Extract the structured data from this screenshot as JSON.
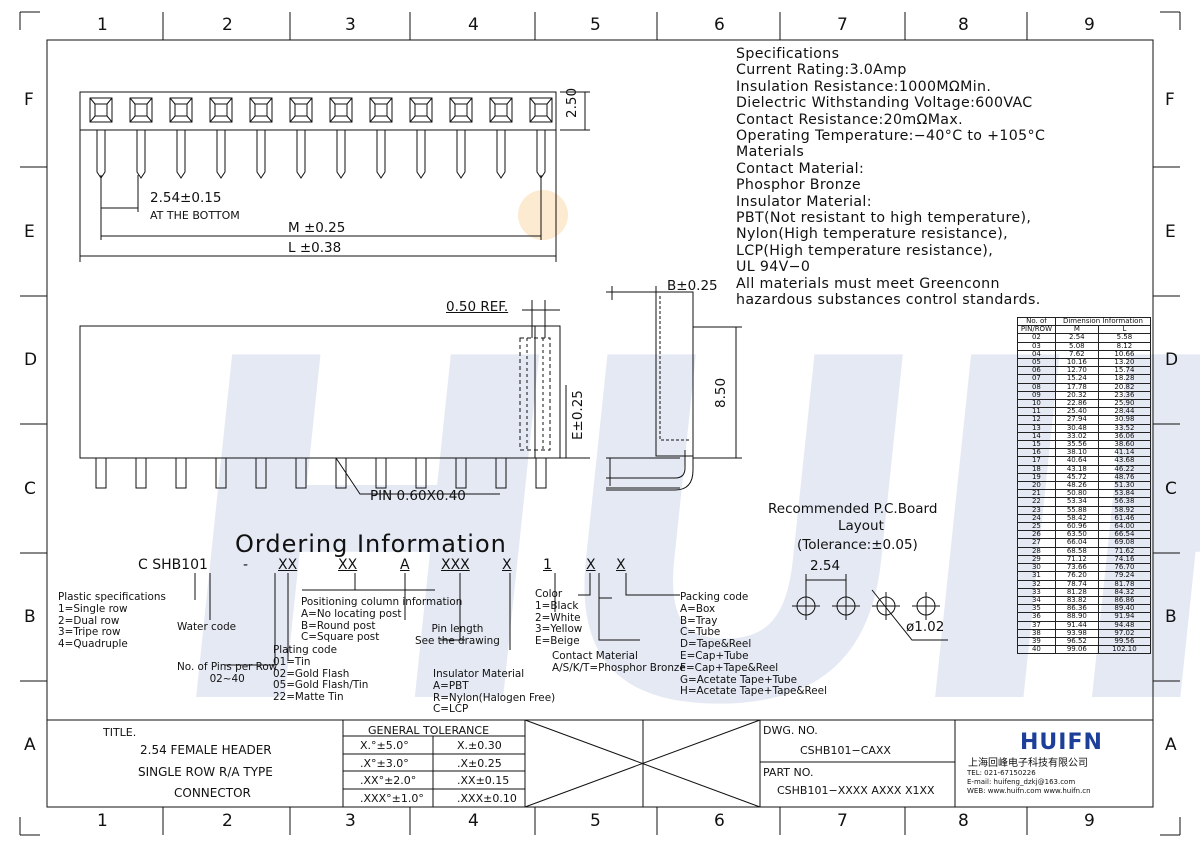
{
  "grid": {
    "columns": [
      "1",
      "2",
      "3",
      "4",
      "5",
      "6",
      "7",
      "8",
      "9"
    ],
    "rows": [
      "F",
      "E",
      "D",
      "C",
      "B",
      "A"
    ]
  },
  "watermark": "HUIFN",
  "specs": [
    "Specifications",
    "Current Rating:3.0Amp",
    "Insulation Resistance:1000MΩMin.",
    "Dielectric Withstanding Voltage:600VAC",
    "Contact Resistance:20mΩMax.",
    "Operating Temperature:−40°C to +105°C",
    "Materials",
    "Contact Material:",
    "Phosphor Bronze",
    "Insulator Material:",
    "PBT(Not resistant to high temperature),",
    "Nylon(High temperature resistance),",
    "LCP(High temperature resistance),",
    "UL 94V−0",
    "All materials must meet Greenconn",
    "hazardous substances control standards."
  ],
  "dimensions": {
    "height_250": "2.50",
    "pitch": "2.54±0.15",
    "pitch_note": "AT THE BOTTOM",
    "m": "M ±0.25",
    "l": "L ±0.38",
    "ref": "0.50 REF.",
    "e": "E±0.25",
    "b": "B±0.25",
    "h850": "8.50",
    "pin": "PIN 0.60X0.40"
  },
  "pcb": {
    "title1": "Recommended P.C.Board",
    "title2": "Layout",
    "title3": "(Tolerance:±0.05)",
    "pitch": "2.54",
    "hole": "ø1.02"
  },
  "ordering": {
    "title": "Ordering Information",
    "code_parts": [
      "C SHB101",
      "-",
      "XX",
      "XX",
      "A",
      "XXX",
      "X",
      "1",
      "X",
      "X"
    ],
    "plastic": [
      "Plastic specifications",
      "1=Single row",
      "2=Dual row",
      "3=Tripe row",
      "4=Quadruple"
    ],
    "water": "Water code",
    "pins_per_row": [
      "No. of Pins per Row",
      "02~40"
    ],
    "plating": [
      "Plating code",
      "01=Tin",
      "02=Gold Flash",
      "05=Gold Flash/Tin",
      "22=Matte Tin"
    ],
    "positioning": [
      "Positioning column information",
      "A=No locating post",
      "B=Round post",
      "C=Square post"
    ],
    "pin_length": [
      "Pin length",
      "See the drawing"
    ],
    "insulator": [
      "Insulator Material",
      "A=PBT",
      "R=Nylon(Halogen Free)",
      "C=LCP"
    ],
    "color": [
      "Color",
      "1=Black",
      "2=White",
      "3=Yellow",
      "E=Beige"
    ],
    "contact": [
      "Contact Material",
      "A/S/K/T=Phosphor Bronze"
    ],
    "packing": [
      "Packing code",
      "A=Box",
      "B=Tray",
      "C=Tube",
      "D=Tape&Reel",
      "E=Cap+Tube",
      "F=Cap+Tape&Reel",
      "G=Acetate Tape+Tube",
      "H=Acetate Tape+Tape&Reel"
    ]
  },
  "dim_table": {
    "header": [
      "No. of",
      "Dimension Information"
    ],
    "subheader": [
      "PIN/ROW",
      "M",
      "L"
    ],
    "rows": [
      [
        "02",
        "2.54",
        "5.58"
      ],
      [
        "03",
        "5.08",
        "8.12"
      ],
      [
        "04",
        "7.62",
        "10.66"
      ],
      [
        "05",
        "10.16",
        "13.20"
      ],
      [
        "06",
        "12.70",
        "15.74"
      ],
      [
        "07",
        "15.24",
        "18.28"
      ],
      [
        "08",
        "17.78",
        "20.82"
      ],
      [
        "09",
        "20.32",
        "23.36"
      ],
      [
        "10",
        "22.86",
        "25.90"
      ],
      [
        "11",
        "25.40",
        "28.44"
      ],
      [
        "12",
        "27.94",
        "30.98"
      ],
      [
        "13",
        "30.48",
        "33.52"
      ],
      [
        "14",
        "33.02",
        "36.06"
      ],
      [
        "15",
        "35.56",
        "38.60"
      ],
      [
        "16",
        "38.10",
        "41.14"
      ],
      [
        "17",
        "40.64",
        "43.68"
      ],
      [
        "18",
        "43.18",
        "46.22"
      ],
      [
        "19",
        "45.72",
        "48.76"
      ],
      [
        "20",
        "48.26",
        "51.30"
      ],
      [
        "21",
        "50.80",
        "53.84"
      ],
      [
        "22",
        "53.34",
        "56.38"
      ],
      [
        "23",
        "55.88",
        "58.92"
      ],
      [
        "24",
        "58.42",
        "61.46"
      ],
      [
        "25",
        "60.96",
        "64.00"
      ],
      [
        "26",
        "63.50",
        "66.54"
      ],
      [
        "27",
        "66.04",
        "69.08"
      ],
      [
        "28",
        "68.58",
        "71.62"
      ],
      [
        "29",
        "71.12",
        "74.16"
      ],
      [
        "30",
        "73.66",
        "76.70"
      ],
      [
        "31",
        "76.20",
        "79.24"
      ],
      [
        "32",
        "78.74",
        "81.78"
      ],
      [
        "33",
        "81.28",
        "84.32"
      ],
      [
        "34",
        "83.82",
        "86.86"
      ],
      [
        "35",
        "86.36",
        "89.40"
      ],
      [
        "36",
        "88.90",
        "91.94"
      ],
      [
        "37",
        "91.44",
        "94.48"
      ],
      [
        "38",
        "93.98",
        "97.02"
      ],
      [
        "39",
        "96.52",
        "99.56"
      ],
      [
        "40",
        "99.06",
        "102.10"
      ]
    ]
  },
  "title_block": {
    "title_label": "TITLE.",
    "title_lines": [
      "2.54 FEMALE HEADER",
      "SINGLE ROW R/A  TYPE",
      "CONNECTOR"
    ],
    "tolerance_header": "GENERAL  TOLERANCE",
    "tolerances": [
      [
        "X.°±5.0°",
        "X.±0.30"
      ],
      [
        ".X°±3.0°",
        ".X±0.25"
      ],
      [
        ".XX°±2.0°",
        ".XX±0.15"
      ],
      [
        ".XXX°±1.0°",
        ".XXX±0.10"
      ]
    ],
    "dwg_label": "DWG. NO.",
    "dwg_no": "CSHB101−CAXX",
    "part_label": "PART NO.",
    "part_no": "CSHB101−XXXX AXXX X1XX",
    "company_logo": "HUIFN",
    "company_name": "上海回峰电子科技有限公司",
    "tel": "TEL: 021-67150226",
    "email": "E-mail: huifeng_dzkj@163.com",
    "web": "WEB: www.huifn.com  www.huifn.cn"
  },
  "colors": {
    "line": "#111111",
    "watermark": "#1e3f99",
    "dot": "#f5c27a"
  }
}
